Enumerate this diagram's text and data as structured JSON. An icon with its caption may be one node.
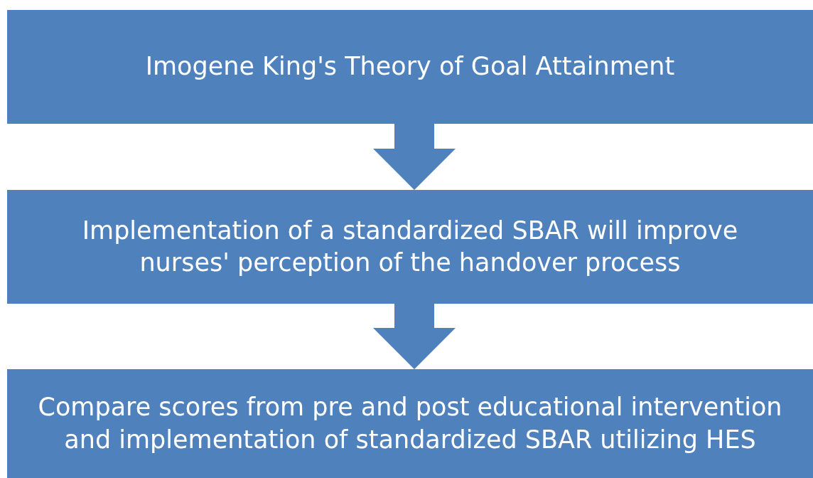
{
  "diagram": {
    "nodes": [
      {
        "text": [
          "Imogene King's Theory of Goal Attainment"
        ]
      },
      {
        "text": [
          "Implementation of a standardized SBAR will improve nurses' perception of the handover process"
        ]
      },
      {
        "text": [
          "Compare scores from pre and post educational intervention and implementation of standardized SBAR utilizing HES"
        ]
      }
    ],
    "edges": [
      {
        "from": 0,
        "to": 1,
        "arrow": "to"
      },
      {
        "from": 1,
        "to": 2,
        "arrow": "to"
      }
    ]
  }
}
